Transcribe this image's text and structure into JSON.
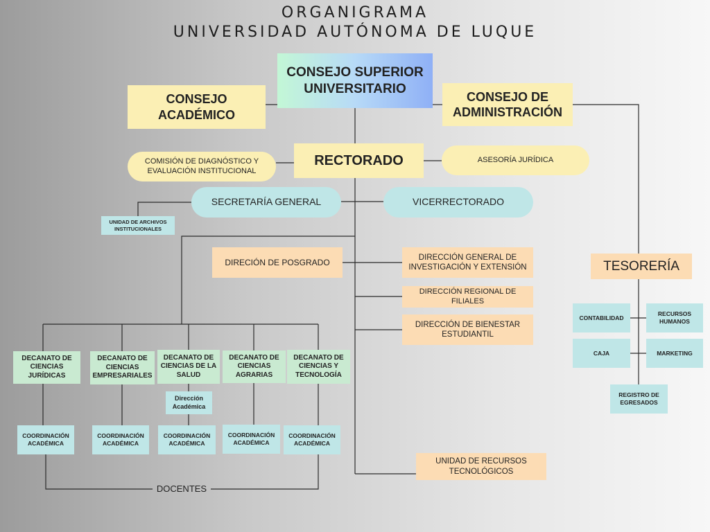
{
  "title": {
    "line1": "ORGANIGRAMA",
    "line2": "UNIVERSIDAD AUTÓNOMA DE LUQUE"
  },
  "top": {
    "consejo_superior": "CONSEJO SUPERIOR UNIVERSITARIO",
    "consejo_academico": "CONSEJO ACADÉMICO",
    "consejo_administracion": "CONSEJO DE ADMINISTRACIÓN"
  },
  "rectorado": {
    "label": "RECTORADO",
    "comision": "COMISIÓN DE DIAGNÓSTICO Y EVALUACIÓN INSTITUCIONAL",
    "asesoria": "ASESORÍA JURÍDICA",
    "secretaria": "SECRETARÍA GENERAL",
    "vicerrectorado": "VICERRECTORADO",
    "unidad_archivos": "UNIDAD DE ARCHIVOS INSTITUCIONALES"
  },
  "direcciones": {
    "posgrado": "DIRECIÓN DE POSGRADO",
    "investigacion": "DIRECCIÓN GENERAL DE INVESTIGACIÓN Y EXTENSIÓN",
    "filiales": "DIRECCIÓN REGIONAL DE FILIALES",
    "bienestar": "DIRECCIÓN DE BIENESTAR ESTUDIANTIL",
    "recursos_tecnologicos": "UNIDAD DE RECURSOS TECNOLÓGICOS"
  },
  "decanatos": [
    "DECANATO DE CIENCIAS JURÍDICAS",
    "DECANATO DE CIENCIAS EMPRESARIALES",
    "DECANATO DE CIENCIAS DE LA SALUD",
    "DECANATO DE CIENCIAS AGRARIAS",
    "DECANATO DE CIENCIAS Y TECNOLOGÍA"
  ],
  "direccion_academica": "Dirección Académica",
  "coordinacion": "COORDINACIÓN ACADÉMICA",
  "docentes": "DOCENTES",
  "tesoreria": {
    "label": "TESORERÍA",
    "contabilidad": "CONTABILIDAD",
    "recursos_humanos": "RECURSOS HUMANOS",
    "caja": "CAJA",
    "marketing": "MARKETING",
    "registro_egresados": "REGISTRO DE EGRESADOS"
  }
}
